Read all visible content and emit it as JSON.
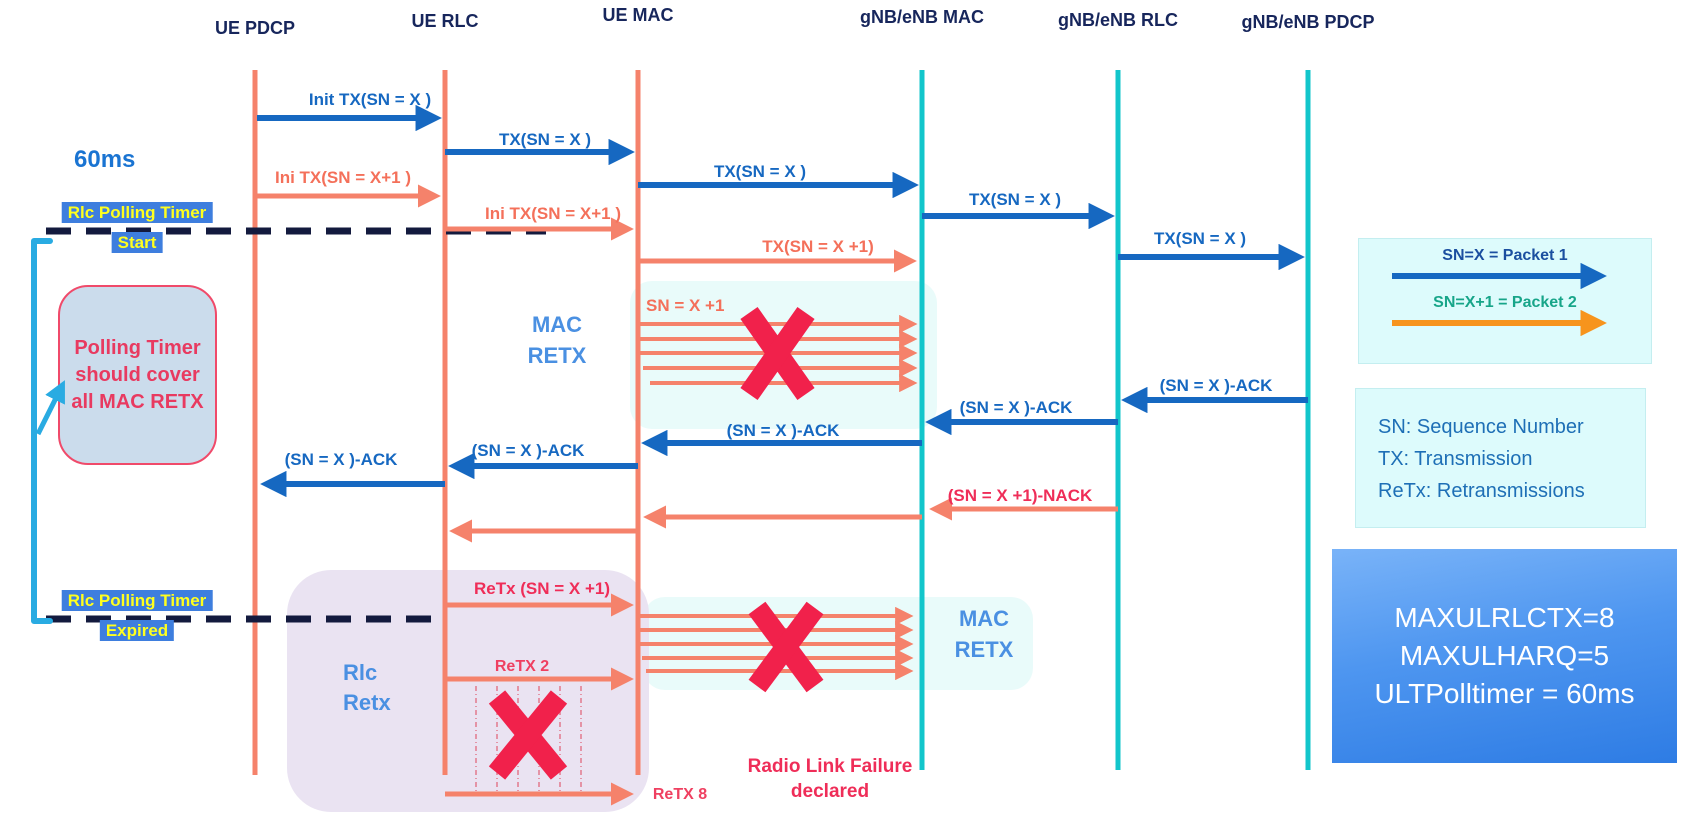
{
  "lifelines": [
    {
      "id": "ue-pdcp",
      "label": "UE PDCP"
    },
    {
      "id": "ue-rlc",
      "label": "UE RLC"
    },
    {
      "id": "ue-mac",
      "label": "UE MAC"
    },
    {
      "id": "gnb-mac",
      "label": "gNB/eNB MAC"
    },
    {
      "id": "gnb-rlc",
      "label": "gNB/eNB RLC"
    },
    {
      "id": "gnb-pdcp",
      "label": "gNB/eNB PDCP"
    }
  ],
  "messages": {
    "init_tx": "Init TX(SN = X )",
    "tx": "TX(SN = X )",
    "ini_tx": "Ini TX(SN = X+1 )",
    "tx_plus1": "TX(SN = X +1)",
    "sn_plus1": "SN = X +1",
    "ack": "(SN = X )-ACK",
    "nack": "(SN = X +1)-NACK",
    "retx": "ReTx (SN = X +1)",
    "retx2": "ReTX 2",
    "retx8": "ReTX 8"
  },
  "annotations": {
    "duration": "60ms",
    "timer_start": {
      "line1": "Rlc Polling Timer",
      "line2": "Start"
    },
    "timer_expired": {
      "line1": "Rlc Polling Timer",
      "line2": "Expired"
    },
    "polling_note": {
      "line1": "Polling Timer",
      "line2": "should cover",
      "line3": "all MAC RETX"
    },
    "mac_retx": {
      "line1": "MAC",
      "line2": "RETX"
    },
    "rlc_retx": {
      "line1": "Rlc",
      "line2": "Retx"
    },
    "rlf": {
      "line1": "Radio Link Failure",
      "line2": "declared"
    }
  },
  "legend": {
    "packet1": "SN=X = Packet 1",
    "packet2": "SN=X+1 = Packet 2",
    "definitions": [
      "SN: Sequence Number",
      "TX: Transmission",
      "ReTx: Retransmissions"
    ]
  },
  "params": [
    "MAXULRLCTX=8",
    "MAXULHARQ=5",
    "ULTPolltimer = 60ms"
  ],
  "colors": {
    "ue_lifeline": "#F5826B",
    "gnb_lifeline": "#12C6CB",
    "message_blue": "#1668C1",
    "retx_salmon": "#F5826B",
    "failure_red": "#F1214B",
    "crimson_text": "#EF2D58",
    "highlight_blue": "#3E7EDE",
    "timer_text_yellow": "#FFFF1E",
    "packet2_arrow_orange": "#F7941D",
    "packet2_text_green": "#17A589",
    "bracket_blue": "#29ABE2"
  }
}
